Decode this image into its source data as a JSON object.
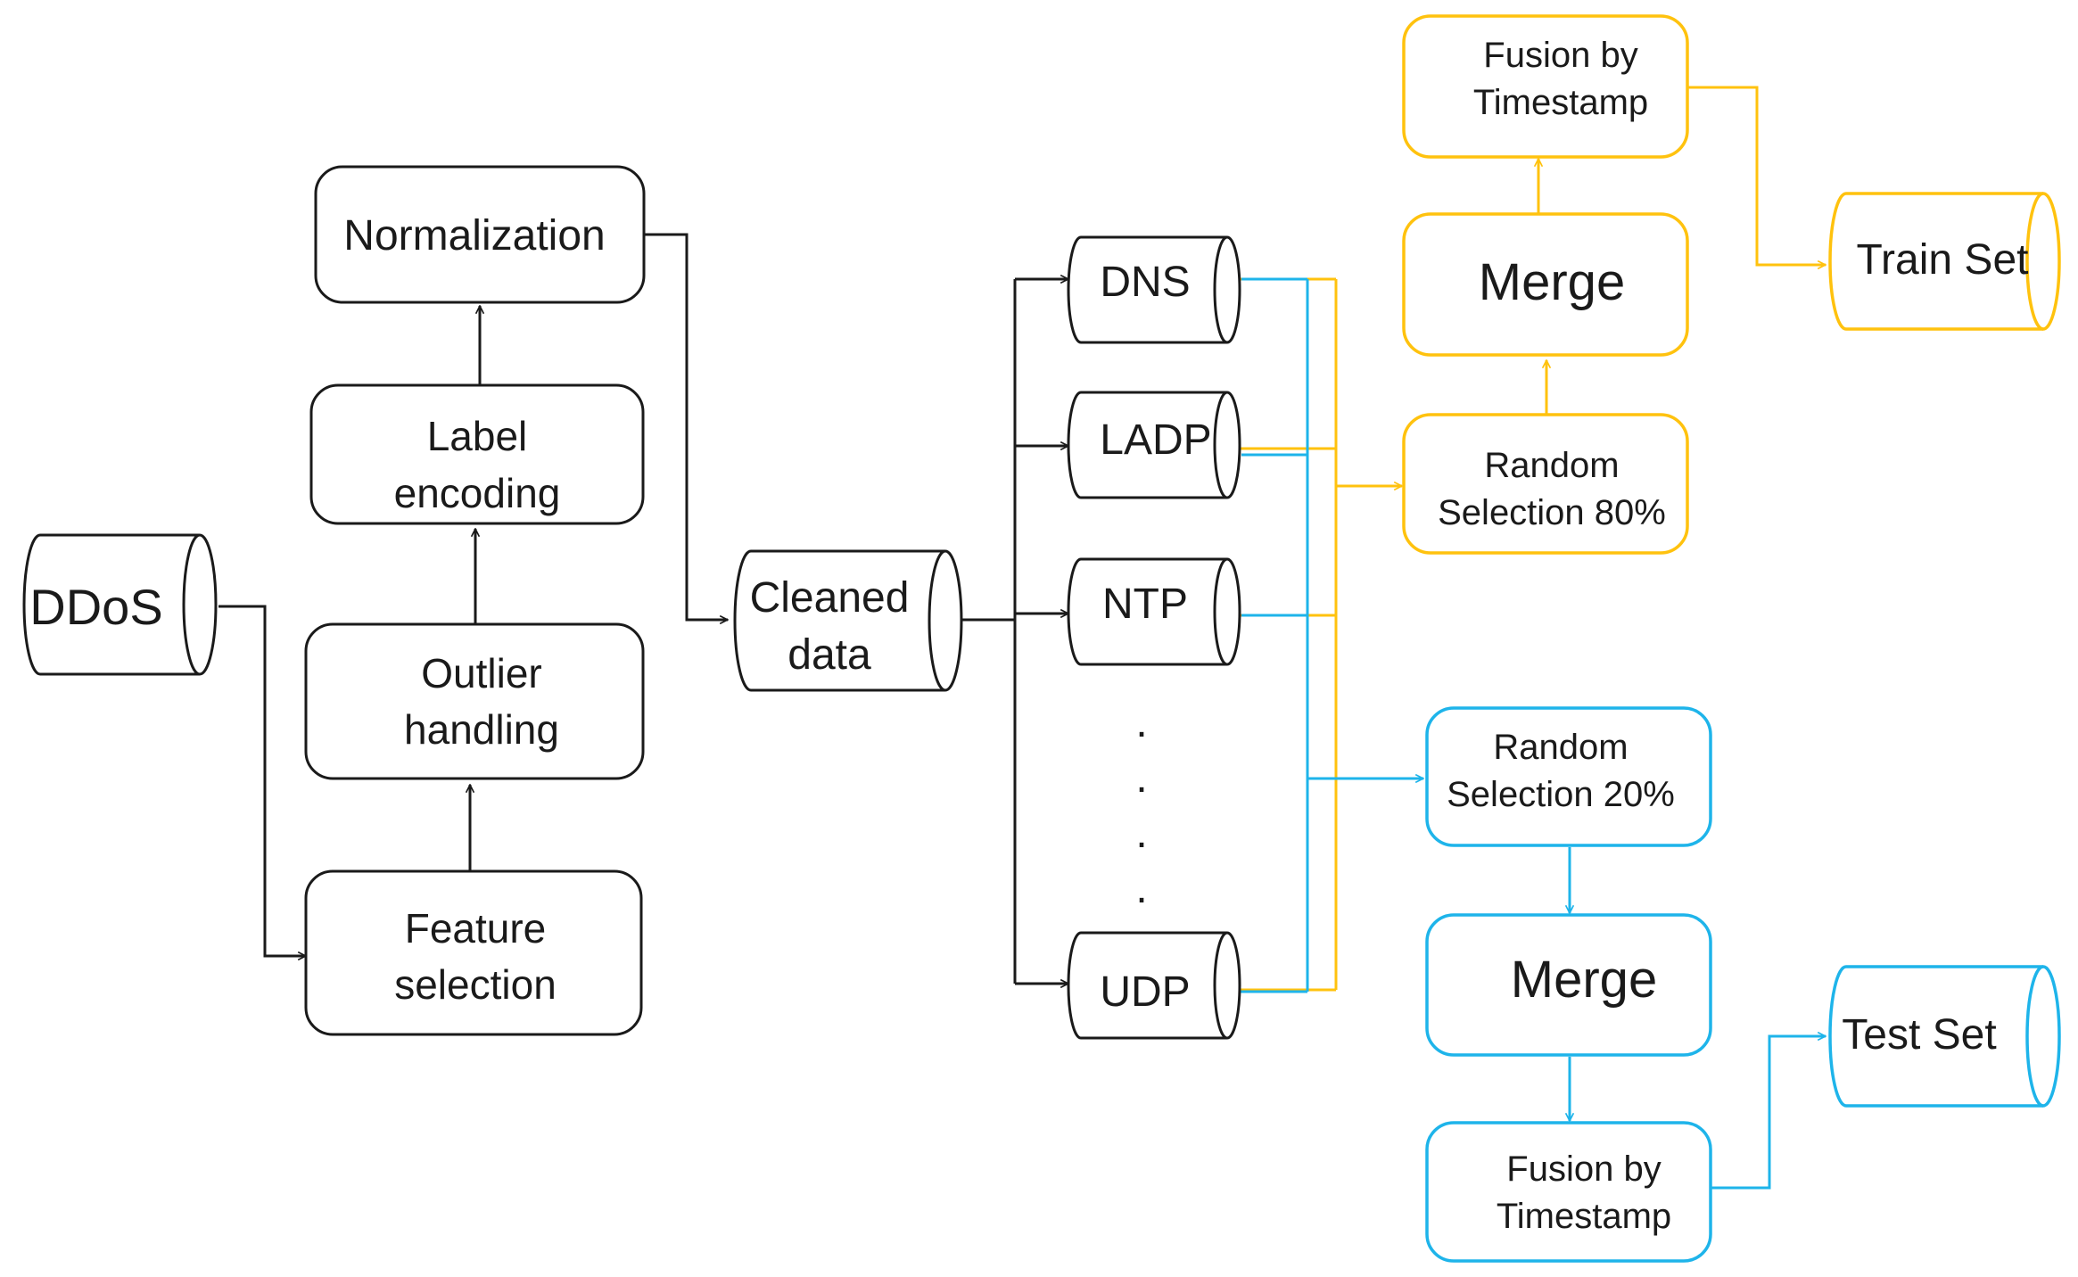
{
  "diagram": {
    "source": "DDoS",
    "preprocessing": {
      "feature_selection": [
        "Feature",
        "selection"
      ],
      "outlier_handling": [
        "Outlier",
        "handling"
      ],
      "label_encoding": [
        "Label",
        "encoding"
      ],
      "normalization": "Normalization"
    },
    "cleaned": [
      "Cleaned",
      "data"
    ],
    "protocols": {
      "dns": "DNS",
      "ladp": "LADP",
      "ntp": "NTP",
      "dots": ".",
      "udp": "UDP"
    },
    "train_branch": {
      "random": [
        "Random",
        "Selection 80%"
      ],
      "merge": "Merge",
      "fusion": [
        "Fusion by",
        "Timestamp"
      ],
      "output": "Train Set"
    },
    "test_branch": {
      "random": [
        "Random",
        "Selection 20%"
      ],
      "merge": "Merge",
      "fusion": [
        "Fusion by",
        "Timestamp"
      ],
      "output": "Test Set"
    },
    "colors": {
      "line": "#1a1a1a",
      "train": "#FFC20E",
      "test": "#1EB4EA"
    }
  }
}
